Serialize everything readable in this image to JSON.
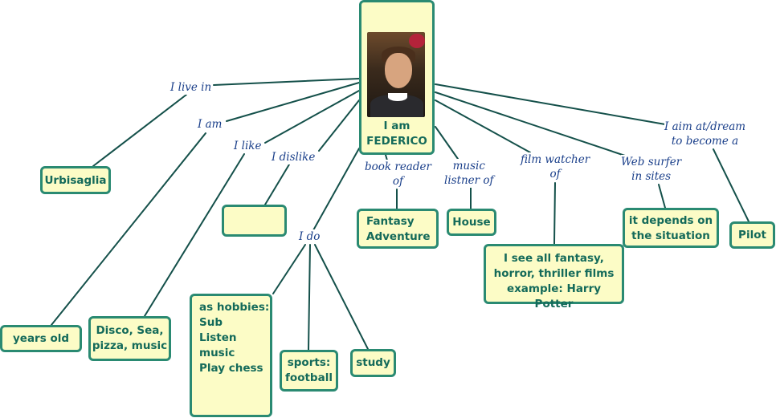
{
  "center": {
    "name": "I am\nFEDERICO"
  },
  "nodes": {
    "urbisaglia": "Urbisaglia",
    "years_old": "years old",
    "likes": "Disco, Sea,\npizza, music",
    "dislikes": "",
    "hobbies": "as hobbies:\nSub\nListen music\nPlay chess",
    "sports": "sports:\nfootball",
    "study": "study",
    "books": "Fantasy\nAdventure",
    "music": "House",
    "films": "I see all fantasy,\nhorror, thriller films\nexample: Harry Potter",
    "web": "it depends on\nthe situation",
    "dream": "Pilot"
  },
  "links": {
    "live_in": "I live in",
    "i_am": "I am",
    "i_like": "I like",
    "i_dislike": "I dislike",
    "i_do": "I do",
    "book_reader": "book reader\nof",
    "music_listener": "music\nlistner of",
    "film_watcher": "film watcher\nof",
    "web_surfer": "Web surfer\nin sites",
    "aim_at": "I aim at/dream\nto become a"
  },
  "colors": {
    "node_fill": "#fcfcc6",
    "node_border": "#2a8a72",
    "node_text": "#146a5a",
    "link_text": "#1a3f8a",
    "line": "#14504a"
  }
}
